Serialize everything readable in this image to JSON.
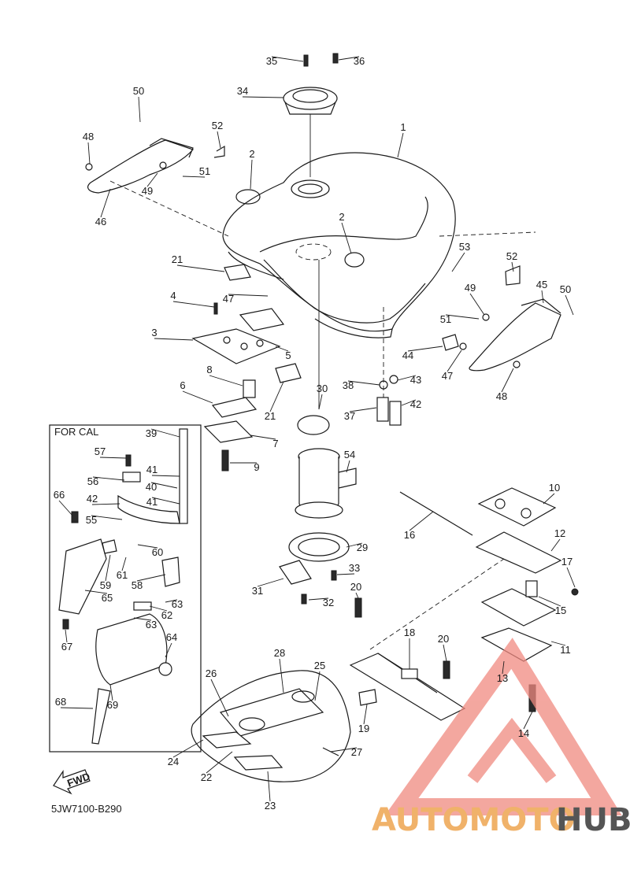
{
  "title_block": {
    "code": "5JW7100-B290"
  },
  "cal_box": {
    "title": "FOR CAL"
  },
  "fwd_arrow": {
    "label": "FWD"
  },
  "watermark": {
    "prefix": "AUTOMOTO",
    "suffix": "HUB",
    "prefix_color": "#f0b26a",
    "suffix_color": "#555555",
    "logo_color": "#f08a80"
  },
  "part_labels": [
    "1",
    "2",
    "2",
    "3",
    "4",
    "5",
    "6",
    "7",
    "8",
    "9",
    "10",
    "11",
    "12",
    "13",
    "14",
    "15",
    "16",
    "17",
    "18",
    "19",
    "20",
    "20",
    "21",
    "21",
    "22",
    "23",
    "24",
    "25",
    "26",
    "27",
    "28",
    "29",
    "30",
    "31",
    "32",
    "33",
    "34",
    "35",
    "36",
    "37",
    "38",
    "39",
    "40",
    "41",
    "41",
    "42",
    "42",
    "43",
    "44",
    "45",
    "46",
    "47",
    "47",
    "48",
    "48",
    "49",
    "49",
    "50",
    "50",
    "51",
    "51",
    "52",
    "52",
    "53",
    "54",
    "55",
    "56",
    "57",
    "58",
    "59",
    "60",
    "61",
    "62",
    "63",
    "63",
    "64",
    "65",
    "66",
    "67",
    "68",
    "69"
  ]
}
